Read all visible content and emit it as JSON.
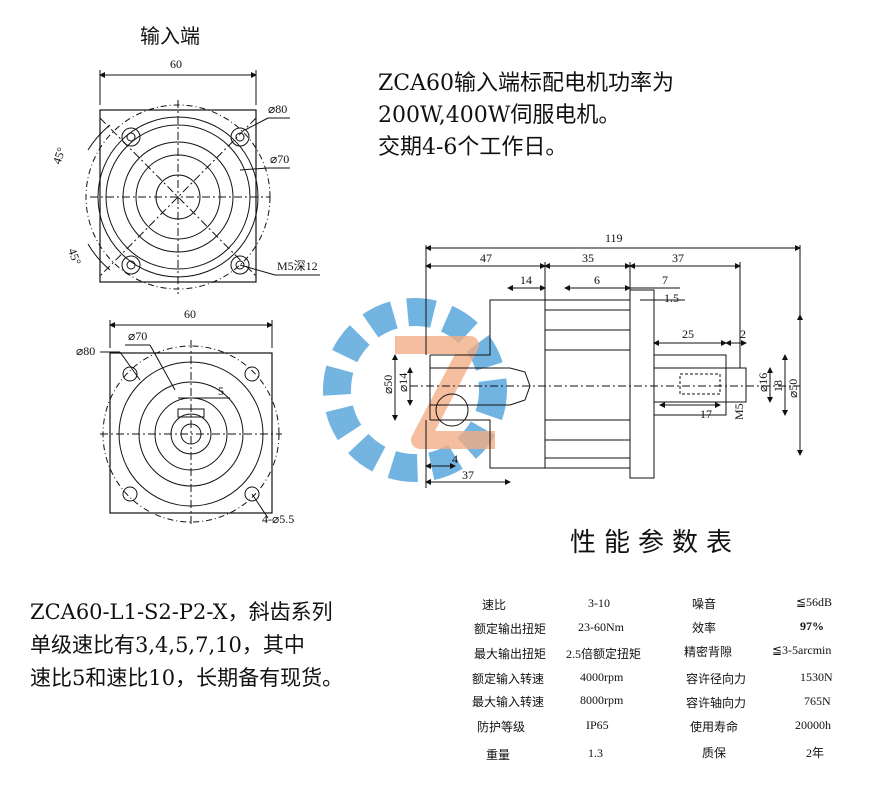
{
  "input_label": "输入端",
  "notes": [
    "ZCA60输入端标配电机功率为",
    "200W,400W伺服电机。",
    "交期4-6个工作日。"
  ],
  "model_desc": [
    "ZCA60-L1-S2-P2-X，斜齿系列",
    "单级速比有3,4,5,7,10，其中",
    "速比5和速比10，长期备有现货。"
  ],
  "table_title": "性能参数表",
  "specs_left": [
    {
      "label": "速比",
      "value": "3-10"
    },
    {
      "label": "额定输出扭矩",
      "value": "23-60Nm"
    },
    {
      "label": "最大输出扭矩",
      "value": "2.5倍额定扭矩"
    },
    {
      "label": "额定输入转速",
      "value": "4000rpm"
    },
    {
      "label": "最大输入转速",
      "value": "8000rpm"
    },
    {
      "label": "防护等级",
      "value": "IP65"
    },
    {
      "label": "重量",
      "value": "1.3"
    }
  ],
  "specs_right": [
    {
      "label": "噪音",
      "value": "≦56dB"
    },
    {
      "label": "效率",
      "value": "97%"
    },
    {
      "label": "精密背隙",
      "value": "≦3-5arcmin"
    },
    {
      "label": "容许径向力",
      "value": "1530N"
    },
    {
      "label": "容许轴向力",
      "value": "765N"
    },
    {
      "label": "使用寿命",
      "value": "20000h"
    },
    {
      "label": "质保",
      "value": "2年"
    }
  ],
  "dims_top_view": {
    "width": "60",
    "d80": "⌀80",
    "d70": "⌀70",
    "a1": "45°",
    "a2": "45°",
    "thread": "M5深12"
  },
  "dims_bottom_view": {
    "width": "60",
    "d80": "⌀80",
    "d70": "⌀70",
    "key": "5",
    "holes": "4-⌀5.5"
  },
  "dims_side_view": {
    "total": "119",
    "s1": "47",
    "s2": "35",
    "s3": "37",
    "f1": "14",
    "f2": "6",
    "f3": "7",
    "f4": "1.5",
    "shaft_len": "25",
    "shaft_end": "2",
    "d50": "⌀50",
    "d14": "⌀14",
    "d16": "⌀16",
    "k18": "18",
    "d50r": "⌀50",
    "k17": "17",
    "m5": "M5",
    "b4": "4",
    "b37": "37"
  },
  "colors": {
    "logo_blue": "#5aa7dc",
    "logo_orange": "#f0a070"
  }
}
